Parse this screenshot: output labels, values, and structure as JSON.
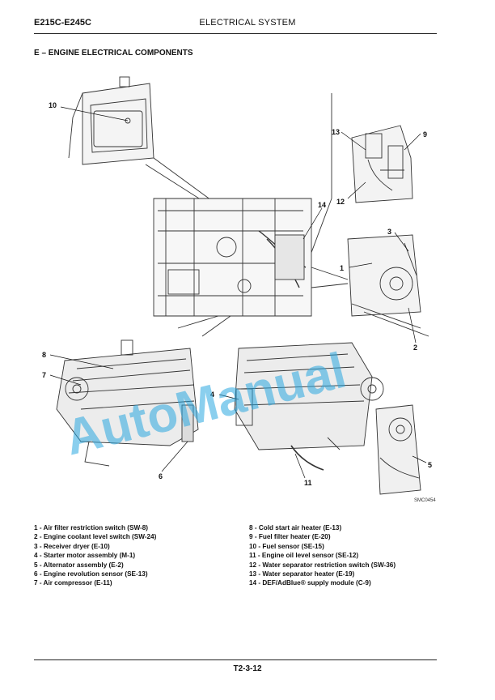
{
  "header": {
    "model": "E215C-E245C",
    "section": "ELECTRICAL SYSTEM"
  },
  "section_title": "E – ENGINE ELECTRICAL COMPONENTS",
  "figure": {
    "callouts": [
      "10",
      "13",
      "9",
      "12",
      "14",
      "3",
      "1",
      "2",
      "8",
      "7",
      "4",
      "6",
      "11",
      "5"
    ],
    "code": "SMC0454",
    "watermark": "AutoManual"
  },
  "legend": {
    "left": [
      "1 - Air filter restriction switch (SW-8)",
      "2 - Engine coolant level switch (SW-24)",
      "3 - Receiver dryer (E-10)",
      "4 - Starter motor assembly (M-1)",
      "5 - Alternator assembly (E-2)",
      "6 - Engine revolution sensor (SE-13)",
      "7 - Air compressor (E-11)"
    ],
    "right": [
      "8 - Cold start air heater  (E-13)",
      "9 - Fuel filter heater (E-20)",
      "10 - Fuel sensor (SE-15)",
      "11 - Engine oil level sensor (SE-12)",
      "12 - Water separator restriction switch (SW-36)",
      "13 - Water separator heater (E-19)",
      "14 - DEF/AdBlue® supply module (C-9)"
    ]
  },
  "footer": {
    "page": "T2-3-12"
  }
}
